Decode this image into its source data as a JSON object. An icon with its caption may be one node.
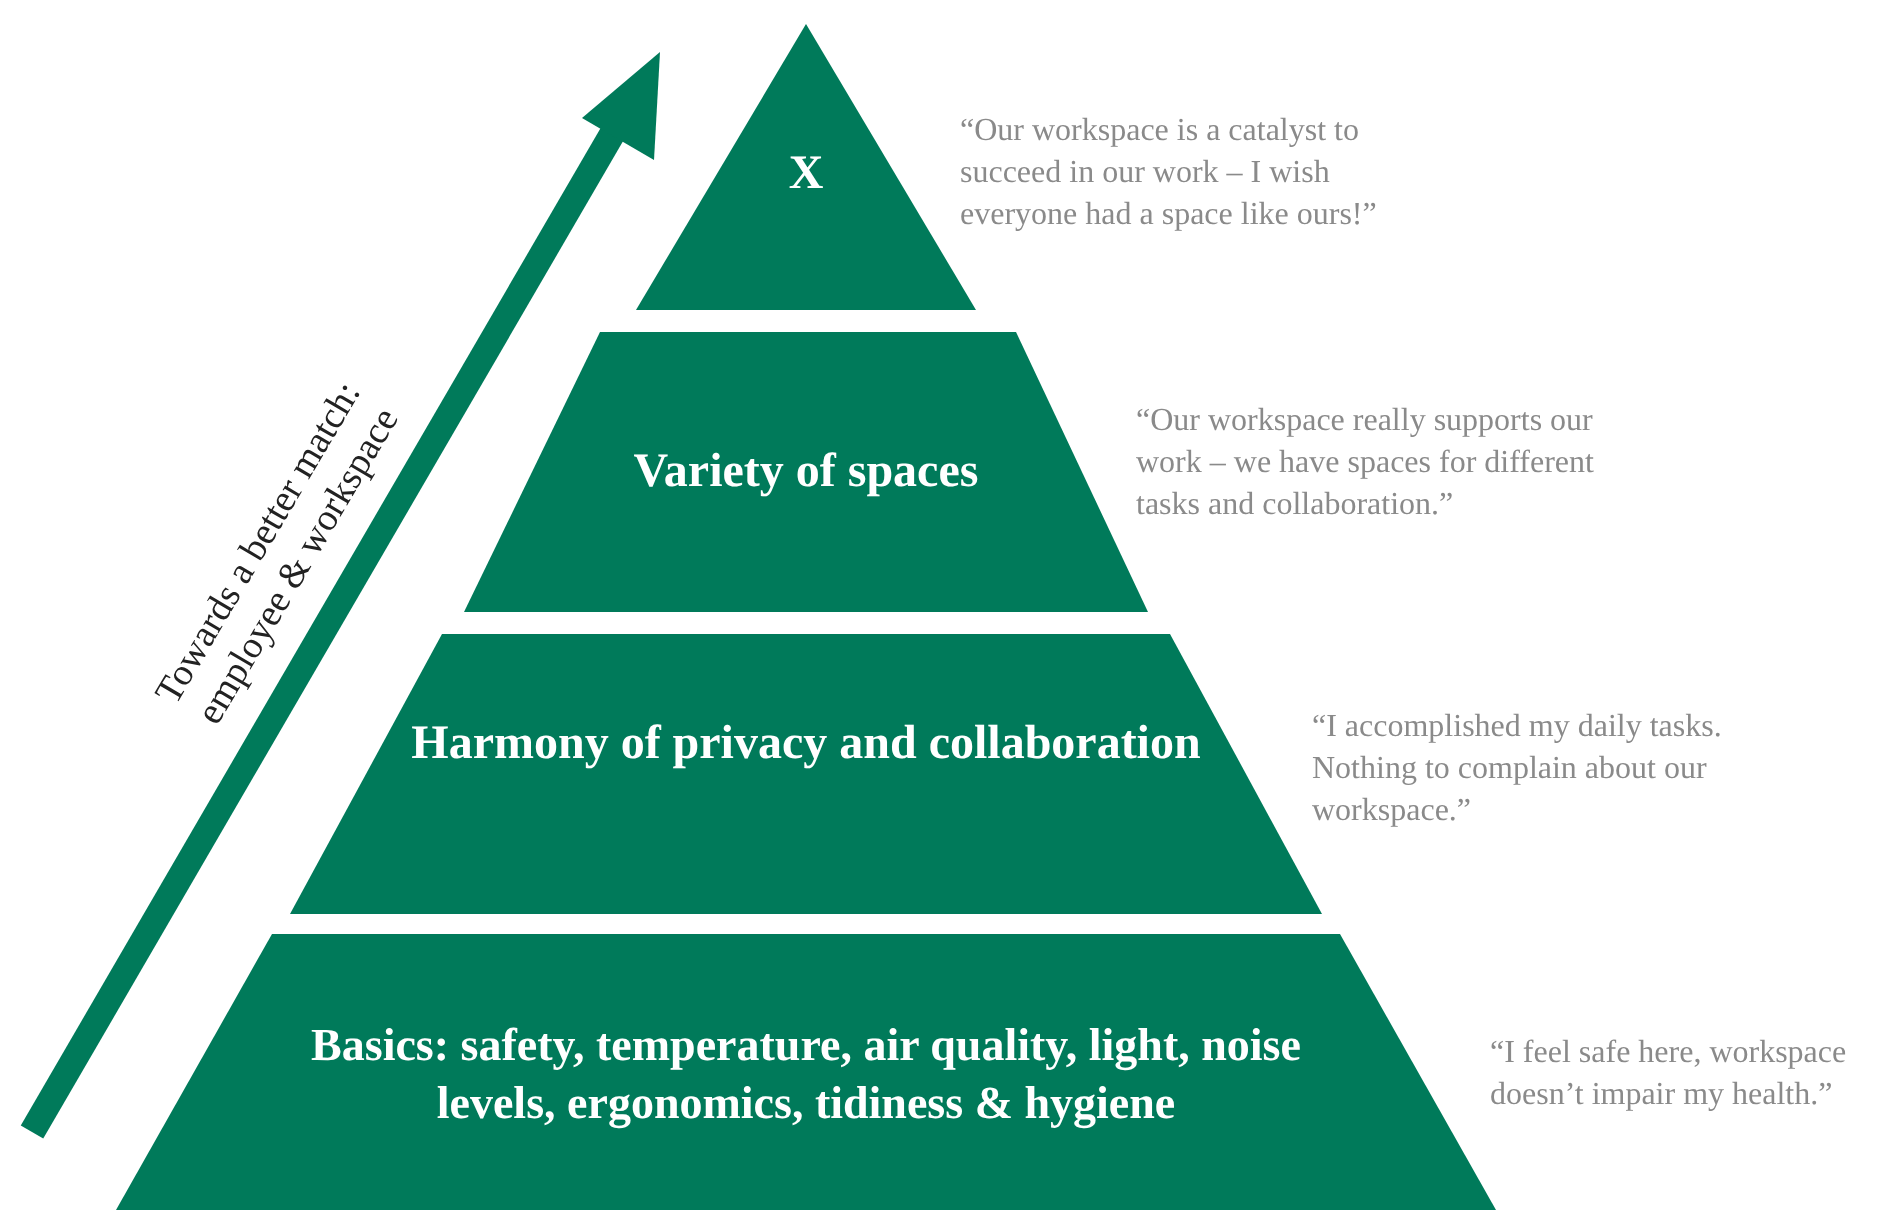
{
  "diagram": {
    "nodes": [
      {
        "text": [
          "X"
        ],
        "beside": [
          "“Our workspace is a catalyst to succeed in our work – I wish everyone had a space like ours!”"
        ]
      },
      {
        "text": [
          "Variety of spaces"
        ],
        "beside": [
          "“Our workspace really supports our work – we have spaces for different tasks and collaboration.”"
        ]
      },
      {
        "text": [
          "Harmony of privacy and collaboration"
        ],
        "beside": [
          "“I accomplished my daily tasks. Nothing to complain about our workspace.”"
        ]
      },
      {
        "text": [
          "Basics: safety, temperature, air quality, light, noise levels, ergonomics, tidiness & hygiene"
        ],
        "beside": [
          "“I feel safe here, workspace doesn’t impair my health.”"
        ]
      }
    ],
    "labels": [
      "Towards a better match: employee & workspace"
    ]
  }
}
